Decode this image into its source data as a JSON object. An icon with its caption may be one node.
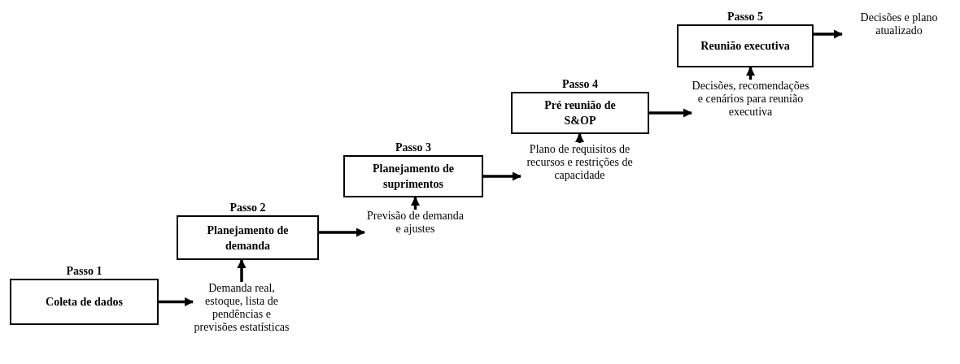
{
  "diagram": {
    "nodes": [
      {
        "text": [
          "Passo 1",
          "Coleta de dados"
        ]
      },
      {
        "text": [
          "Demanda real, estoque, lista de pendências e previsões estatísticas"
        ]
      },
      {
        "text": [
          "Passo 2",
          "Planejamento de demanda"
        ]
      },
      {
        "text": [
          "Previsão de demanda e ajustes"
        ]
      },
      {
        "text": [
          "Passo 3",
          "Planejamento de suprimentos"
        ]
      },
      {
        "text": [
          "Plano de requisitos de recursos e restrições de capacidade"
        ]
      },
      {
        "text": [
          "Passo 4",
          "Pré reunião de S&OP"
        ]
      },
      {
        "text": [
          "Decisões, recomendações e cenários para reunião executiva"
        ]
      },
      {
        "text": [
          "Passo 5",
          "Reunião executiva"
        ]
      },
      {
        "text": [
          "Decisões e plano atualizado"
        ]
      }
    ],
    "edges": [
      {
        "from": 0,
        "to": 1,
        "arrow": "to"
      },
      {
        "from": 1,
        "to": 2,
        "arrow": "to"
      },
      {
        "from": 2,
        "to": 3,
        "arrow": "to"
      },
      {
        "from": 3,
        "to": 4,
        "arrow": "to"
      },
      {
        "from": 4,
        "to": 5,
        "arrow": "to"
      },
      {
        "from": 5,
        "to": 6,
        "arrow": "to"
      },
      {
        "from": 6,
        "to": 7,
        "arrow": "to"
      },
      {
        "from": 7,
        "to": 8,
        "arrow": "to"
      },
      {
        "from": 8,
        "to": 9,
        "arrow": "to"
      }
    ]
  }
}
